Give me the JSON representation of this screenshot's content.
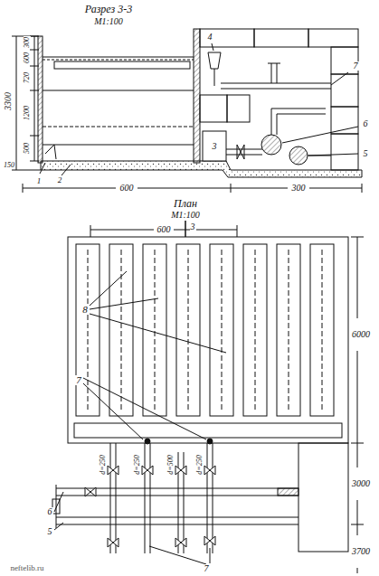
{
  "diagram": {
    "labels": [
      "Разрез 3-3",
      "М1:100",
      "3300",
      "300",
      "600",
      "720",
      "1200",
      "500",
      "150",
      "1",
      "2",
      "600",
      "300",
      "4",
      "7",
      "3",
      "6",
      "5",
      "План",
      "М1:100",
      "600",
      "3",
      "8",
      "6000",
      "7",
      "d=250",
      "d=250",
      "d=500",
      "d=250",
      "6",
      "5",
      "3000",
      "3700",
      "7",
      "neftelib.ru"
    ]
  }
}
